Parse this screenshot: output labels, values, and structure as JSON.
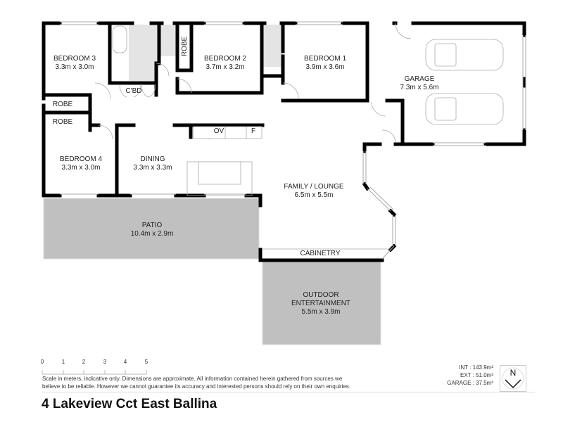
{
  "title": "4 Lakeview Cct East Ballina",
  "rooms": [
    {
      "id": "bedroom3",
      "name": "BEDROOM 3",
      "dims": "3.3m x 3.0m"
    },
    {
      "id": "bedroom2",
      "name": "BEDROOM 2",
      "dims": "3.7m x 3.2m"
    },
    {
      "id": "bedroom1",
      "name": "BEDROOM 1",
      "dims": "3.9m x 3.6m"
    },
    {
      "id": "garage",
      "name": "GARAGE",
      "dims": "7.3m x 5.6m"
    },
    {
      "id": "bedroom4",
      "name": "BEDROOM 4",
      "dims": "3.3m x 3.0m"
    },
    {
      "id": "dining",
      "name": "DINING",
      "dims": "3.3m x 3.3m"
    },
    {
      "id": "family",
      "name": "FAMILY / LOUNGE",
      "dims": "6.5m x 5.5m"
    },
    {
      "id": "patio",
      "name": "PATIO",
      "dims": "10.4m x 2.9m"
    },
    {
      "id": "outdoor",
      "name": "OUTDOOR",
      "name2": "ENTERTAINMENT",
      "dims": "5.5m x 3.9m"
    }
  ],
  "fixtures": {
    "cbd": "C'BD",
    "robe_b3": "ROBE",
    "robe_b4": "ROBE",
    "robe_b2": "ROBE",
    "oven": "OV",
    "fridge": "F",
    "cabinetry": "CABINETRY"
  },
  "scale": {
    "ticks": [
      "0",
      "1",
      "2",
      "3",
      "4",
      "5"
    ],
    "unit": "meters"
  },
  "disclaimer": {
    "line1": "Scale in meters, indicative only. Dimensions are approximate. All information contained herein gathered from sources we",
    "line2": "believe to be reliable. However we cannot guarantee its accuracy and interested persons should rely on their own enquiries."
  },
  "areas": {
    "int": "INT : 143.9m²",
    "ext": "EXT : 51.0m²",
    "garage": "GARAGE : 37.5m²"
  },
  "compass": {
    "label": "N"
  },
  "colors": {
    "wall": "#000000",
    "outdoor_fill": "#c0c0c0",
    "wet_area_fill": "#e4e4e4",
    "line": "#bbbbbb"
  }
}
